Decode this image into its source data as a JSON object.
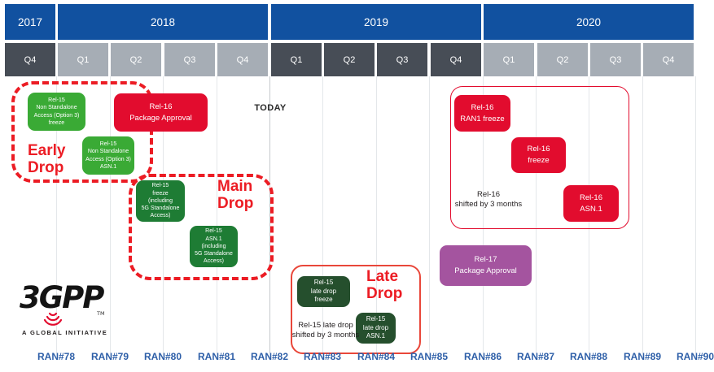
{
  "header": {
    "years": [
      {
        "label": "2017"
      },
      {
        "label": "2018"
      },
      {
        "label": "2019"
      },
      {
        "label": "2020"
      }
    ],
    "quarters": [
      {
        "label": "Q4",
        "year": "2017",
        "shade": "dark"
      },
      {
        "label": "Q1",
        "year": "2018",
        "shade": "light"
      },
      {
        "label": "Q2",
        "year": "2018",
        "shade": "light"
      },
      {
        "label": "Q3",
        "year": "2018",
        "shade": "light"
      },
      {
        "label": "Q4",
        "year": "2018",
        "shade": "light"
      },
      {
        "label": "Q1",
        "year": "2019",
        "shade": "dark"
      },
      {
        "label": "Q2",
        "year": "2019",
        "shade": "dark"
      },
      {
        "label": "Q3",
        "year": "2019",
        "shade": "dark"
      },
      {
        "label": "Q4",
        "year": "2019",
        "shade": "dark"
      },
      {
        "label": "Q1",
        "year": "2020",
        "shade": "light"
      },
      {
        "label": "Q2",
        "year": "2020",
        "shade": "light"
      },
      {
        "label": "Q3",
        "year": "2020",
        "shade": "light"
      },
      {
        "label": "Q4",
        "year": "2020",
        "shade": "light"
      }
    ]
  },
  "milestones": [
    {
      "id": "rel15-nsa-freeze",
      "label": "Rel-15\nNon Standalone\nAccess (Option 3)\nfreeze",
      "color": "#3aaa35"
    },
    {
      "id": "rel15-nsa-asn1",
      "label": "Rel-15\nNon Standalone\nAccess (Option 3)\nASN.1",
      "color": "#3aaa35"
    },
    {
      "id": "rel16-package-approval",
      "label": "Rel-16\nPackage Approval",
      "color": "#e20c2e"
    },
    {
      "id": "rel15-freeze",
      "label": "Rel-15\nfreeze\n(including\n5G Standalone\nAccess)",
      "color": "#1e7c34"
    },
    {
      "id": "rel15-asn1",
      "label": "Rel-15\nASN.1\n(including\n5G Standalone\nAccess)",
      "color": "#1e7c34"
    },
    {
      "id": "rel15-late-drop-freeze",
      "label": "Rel-15\nlate drop\nfreeze",
      "color": "#254f2d"
    },
    {
      "id": "rel15-late-drop-asn1",
      "label": "Rel-15\nlate drop\nASN.1",
      "color": "#254f2d"
    },
    {
      "id": "rel16-ran1-freeze",
      "label": "Rel-16\nRAN1 freeze",
      "color": "#e20c2e"
    },
    {
      "id": "rel16-freeze",
      "label": "Rel-16\nfreeze",
      "color": "#e20c2e"
    },
    {
      "id": "rel16-asn1",
      "label": "Rel-16\nASN.1",
      "color": "#e20c2e"
    },
    {
      "id": "rel17-package-approval",
      "label": "Rel-17\nPackage Approval",
      "color": "#a4549f"
    }
  ],
  "groups": [
    {
      "id": "early-drop",
      "label": "Early\nDrop",
      "outline": "dashed"
    },
    {
      "id": "main-drop",
      "label": "Main\nDrop",
      "outline": "dashed"
    },
    {
      "id": "late-drop",
      "label": "Late\nDrop",
      "outline": "solid"
    },
    {
      "id": "rel16-window",
      "label": "",
      "outline": "solid-thin"
    }
  ],
  "annotations": [
    {
      "id": "today",
      "text": "TODAY"
    },
    {
      "id": "rel16-shift",
      "text": "Rel-16\nshifted by 3 months"
    },
    {
      "id": "rel15-late-shift",
      "text": "Rel-15 late drop\nshifted by 3 months"
    }
  ],
  "footer": {
    "ran_meetings": [
      "RAN#78",
      "RAN#79",
      "RAN#80",
      "RAN#81",
      "RAN#82",
      "RAN#83",
      "RAN#84",
      "RAN#85",
      "RAN#86",
      "RAN#87",
      "RAN#88",
      "RAN#89",
      "RAN#90"
    ]
  },
  "logo": {
    "wordmark": "3GPP",
    "trademark": "TM",
    "tagline": "A GLOBAL INITIATIVE"
  },
  "colors": {
    "year_band_blue": "#1151a0",
    "quarter_dark_gray": "#474d56",
    "quarter_light_gray": "#a6adb5",
    "early_drop_green": "#3aaa35",
    "main_drop_green": "#1e7c34",
    "late_drop_green": "#254f2d",
    "release_red": "#e20c2e",
    "rel17_purple": "#a4549f",
    "group_outline_red": "#ec1c24",
    "ran_label_blue": "#2e5fa8"
  }
}
